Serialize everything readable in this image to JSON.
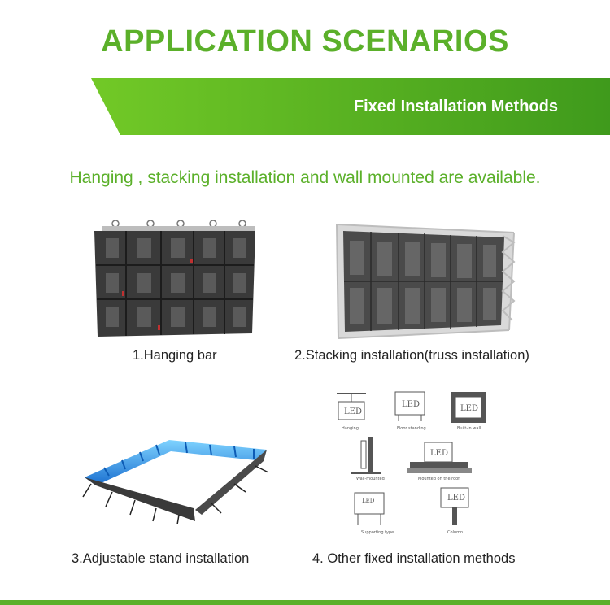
{
  "header": {
    "title": "APPLICATION SCENARIOS",
    "banner_label": "Fixed Installation Methods",
    "subtitle": "Hanging , stacking installation and wall mounted are available."
  },
  "items": [
    {
      "caption": "1.Hanging bar"
    },
    {
      "caption": "2.Stacking installation(truss installation)"
    },
    {
      "caption": "3.Adjustable stand installation"
    },
    {
      "caption": "4. Other fixed installation methods"
    }
  ],
  "diagram": {
    "led_text": "LED",
    "labels": {
      "hanging": "Hanging",
      "floor_standing": "Floor standing",
      "built_in_wall": "Built-in wall",
      "wall_mounted": "Wall-mounted",
      "mounted_on_roof": "Mounted on the roof",
      "supporting_type": "Supporting type",
      "column": "Column"
    }
  },
  "colors": {
    "brand_green": "#5bb02a",
    "banner_light": "#6cc524",
    "banner_dark": "#3f9a1c"
  }
}
